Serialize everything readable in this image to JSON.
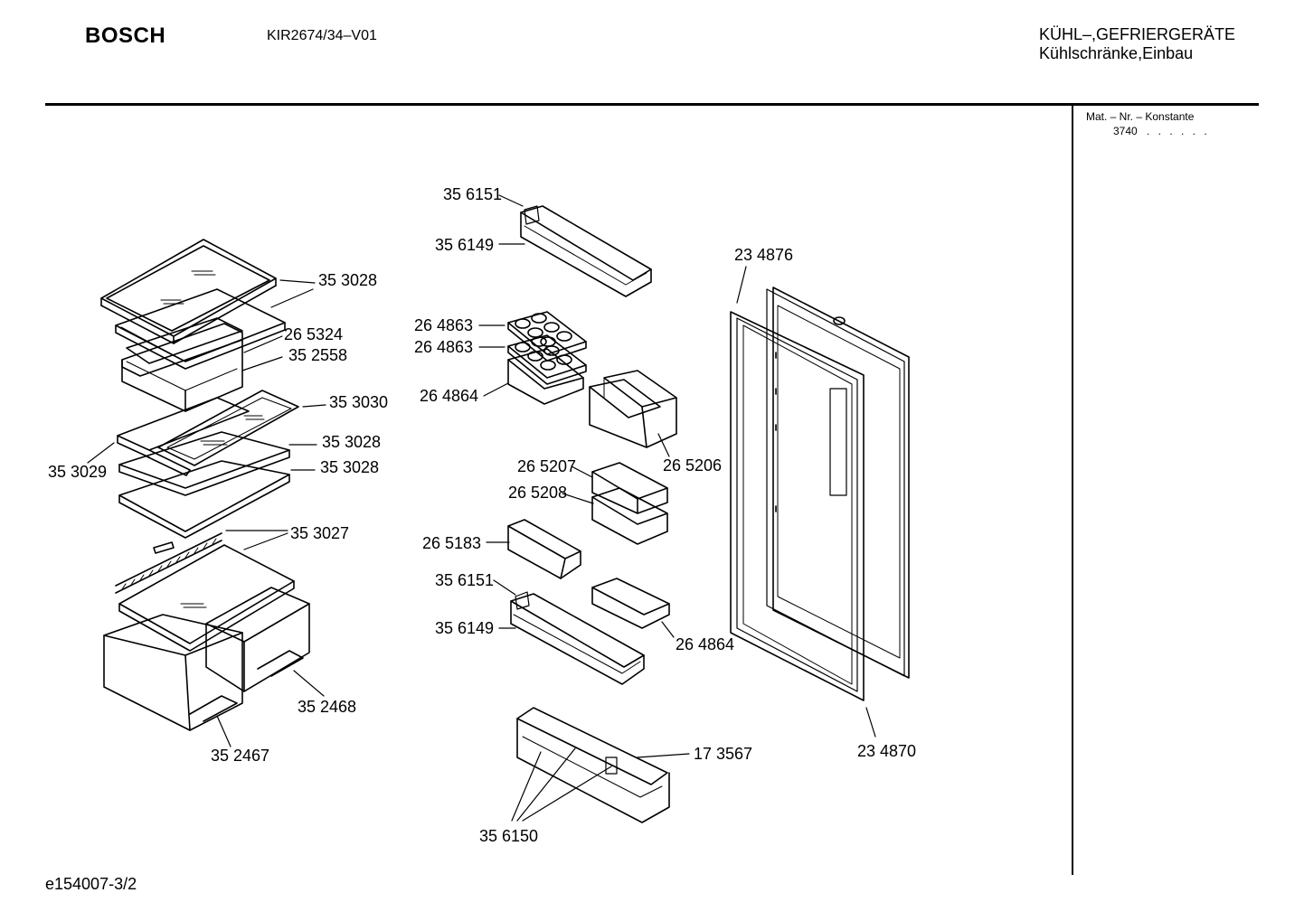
{
  "header": {
    "brand": "BOSCH",
    "model": "KIR2674/34–V01",
    "category_line1": "KÜHL–,GEFRIERGERÄTE",
    "category_line2": "Kühlschränke,Einbau"
  },
  "side_panel": {
    "label": "Mat. – Nr. – Konstante",
    "value": "3740",
    "dots": ". .   . . . ."
  },
  "footer": "e154007-3/2",
  "parts": {
    "p_356151_top": "35 6151",
    "p_356149_top": "35 6149",
    "p_264863_a": "26 4863",
    "p_264863_b": "26 4863",
    "p_264864_top": "26 4864",
    "p_265207": "26 5207",
    "p_265208": "26 5208",
    "p_265206": "26 5206",
    "p_265183": "26 5183",
    "p_356151_bot": "35 6151",
    "p_356149_bot": "35 6149",
    "p_264864_bot": "26 4864",
    "p_173567": "17 3567",
    "p_356150": "35 6150",
    "p_234876": "23 4876",
    "p_234870": "23 4870",
    "p_353028_a": "35 3028",
    "p_265324": "26 5324",
    "p_352558": "35 2558",
    "p_353030": "35 3030",
    "p_353028_b": "35 3028",
    "p_353028_c": "35 3028",
    "p_353029": "35 3029",
    "p_353027": "35 3027",
    "p_352468": "35 2468",
    "p_352467": "35 2467"
  }
}
